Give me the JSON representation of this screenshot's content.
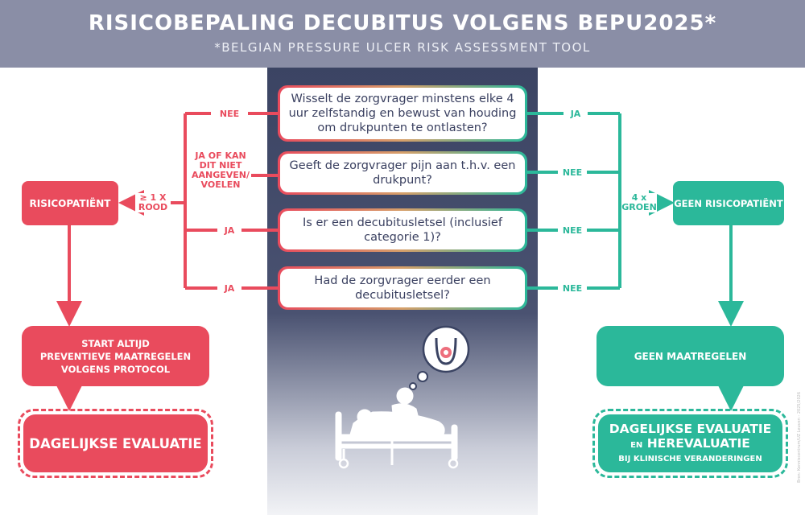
{
  "header": {
    "title": "RISICOBEPALING DECUBITUS VOLGENS BEPU2025*",
    "subtitle": "*BELGIAN PRESSURE ULCER RISK ASSESSMENT TOOL"
  },
  "questions": [
    "Wisselt de zorgvrager minstens elke 4 uur zelfstandig en bewust van houding om drukpunten te ontlasten?",
    "Geeft de zorgvrager pijn aan t.h.v. een drukpunt?",
    "Is er een decubitusletsel (inclusief categorie 1)?",
    "Had de zorgvrager eerder een decubitusletsel?"
  ],
  "left_answers": [
    "NEE",
    "JA OF KAN DIT NIET AANGEVEN/ VOELEN",
    "JA",
    "JA"
  ],
  "right_answers": [
    "JA",
    "NEE",
    "NEE",
    "NEE"
  ],
  "left_condition": [
    "≥ 1 X",
    "ROOD"
  ],
  "right_condition": [
    "4 x",
    "GROEN"
  ],
  "left_result": "RISICOPATIËNT",
  "right_result": "GEEN RISICOPATIËNT",
  "left_action": [
    "START ALTIJD",
    "PREVENTIEVE MAATREGELEN",
    "VOLGENS PROTOCOL"
  ],
  "right_action": "GEEN MAATREGELEN",
  "left_evaluation": "DAGELIJKSE EVALUATIE",
  "right_evaluation": {
    "line1": "DAGELIJKSE EVALUATIE",
    "en": "EN",
    "line2": "HEREVALUATIE",
    "line3": "BIJ KLINISCHE VERANDERINGEN"
  },
  "credit": "Bron: Kenniscentrum/UZ Leuven - 2025/2026",
  "colors": {
    "red": "#e94b5d",
    "green": "#2bb89a",
    "header": "#8a8ea6",
    "navy": "#3b4463"
  }
}
